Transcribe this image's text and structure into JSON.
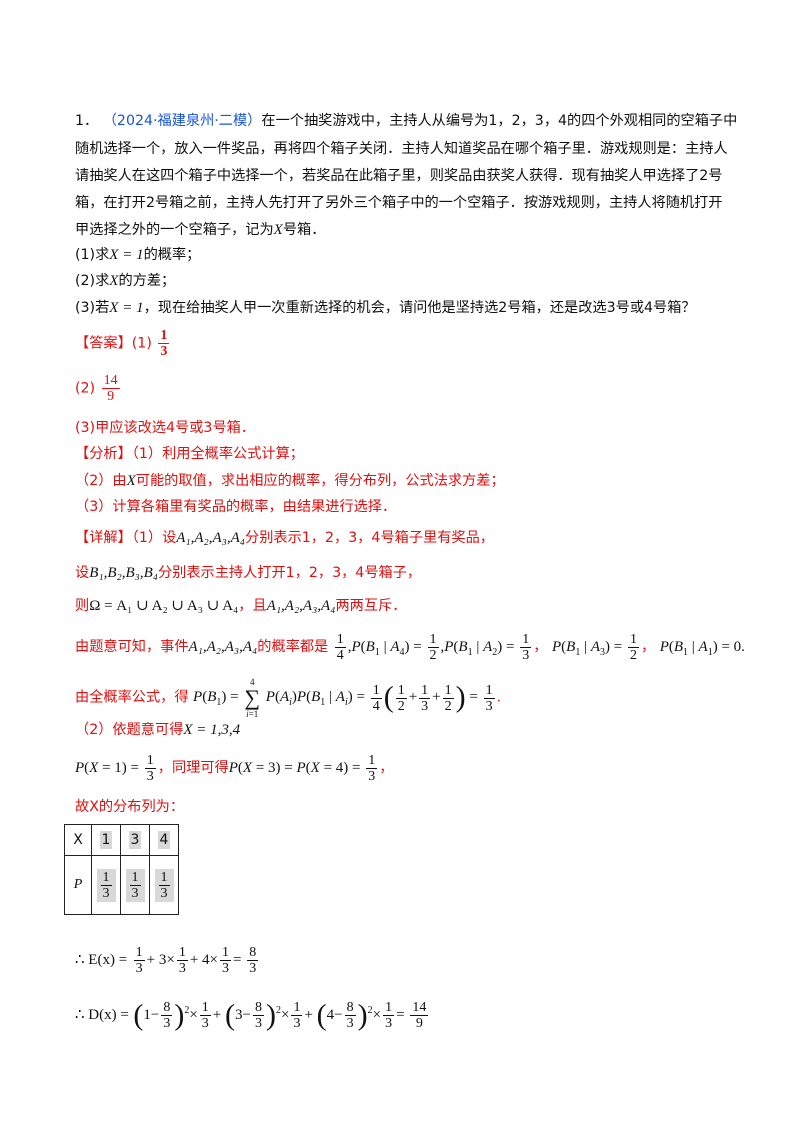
{
  "problem": {
    "number": "1．",
    "source": "（2024·福建泉州·二模）",
    "line1": "在一个抽奖游戏中，主持人从编号为1，2，3，4的四个外观相同的空箱子中",
    "line2": "随机选择一个，放入一件奖品，再将四个箱子关闭．主持人知道奖品在哪个箱子里．游戏规则是：主持人",
    "line3": "请抽奖人在这四个箱子中选择一个，若奖品在此箱子里，则奖品由获奖人获得．现有抽奖人甲选择了2号",
    "line4": "箱，在打开2号箱之前，主持人先打开了另外三个箱子中的一个空箱子．按游戏规则，主持人将随机打开",
    "line5a": "甲选择之外的一个空箱子，记为",
    "line5b": "号箱．",
    "q1a": "(1)求",
    "q1b": "的概率；",
    "q2a": "(2)求",
    "q2b": "的方差；",
    "q3a": "(3)若",
    "q3b": "，现在给抽奖人甲一次重新选择的机会，请问他是坚持选2号箱，还是改选3号或4号箱？"
  },
  "answer": {
    "label": "【答案】",
    "a1_prefix": "(1)",
    "a1_num": "1",
    "a1_den": "3",
    "a2_prefix": "(2)",
    "a2_num": "14",
    "a2_den": "9",
    "a3": "(3)甲应该改选4号或3号箱．"
  },
  "analysis": {
    "label": "【分析】",
    "p1": "（1）利用全概率公式计算；",
    "p2a": "（2）由",
    "p2b": "可能的取值，求出相应的概率，得分布列，公式法求方差；",
    "p3": "（3）计算各箱里有奖品的概率，由结果进行选择．"
  },
  "detail": {
    "label": "【详解】",
    "d1a": "（1）设",
    "d1b": "分别表示1，2，3，4号箱子里有奖品，",
    "d2a": "设",
    "d2b": "分别表示主持人打开1，2，3，4号箱子，",
    "d3a": "则",
    "d3b": "，且",
    "d3c": "两两互斥．",
    "d4a": "由题意可知，事件",
    "d4b": "的概率都是",
    "d5a": "由全概率公式，得",
    "d6": "（2）依题意可得",
    "d7b": "，同理可得",
    "d8": "故X的分布列为："
  },
  "table": {
    "header": [
      "X",
      "1",
      "3",
      "4"
    ],
    "row_label": "P",
    "row_num": [
      "1",
      "1",
      "1"
    ],
    "row_den": [
      "3",
      "3",
      "3"
    ]
  },
  "math": {
    "x": "X",
    "x_eq_1": "X = 1",
    "x_vals": "X = 1,3,4",
    "A_set": "A₁,A₂,A₃,A₄",
    "B_set": "B₁,B₂,B₃,B₄",
    "omega": "Ω = A₁ ∪ A₂ ∪ A₃ ∪ A₄",
    "ex": "∴ E(x) =",
    "dx": "∴ D(x) ="
  }
}
